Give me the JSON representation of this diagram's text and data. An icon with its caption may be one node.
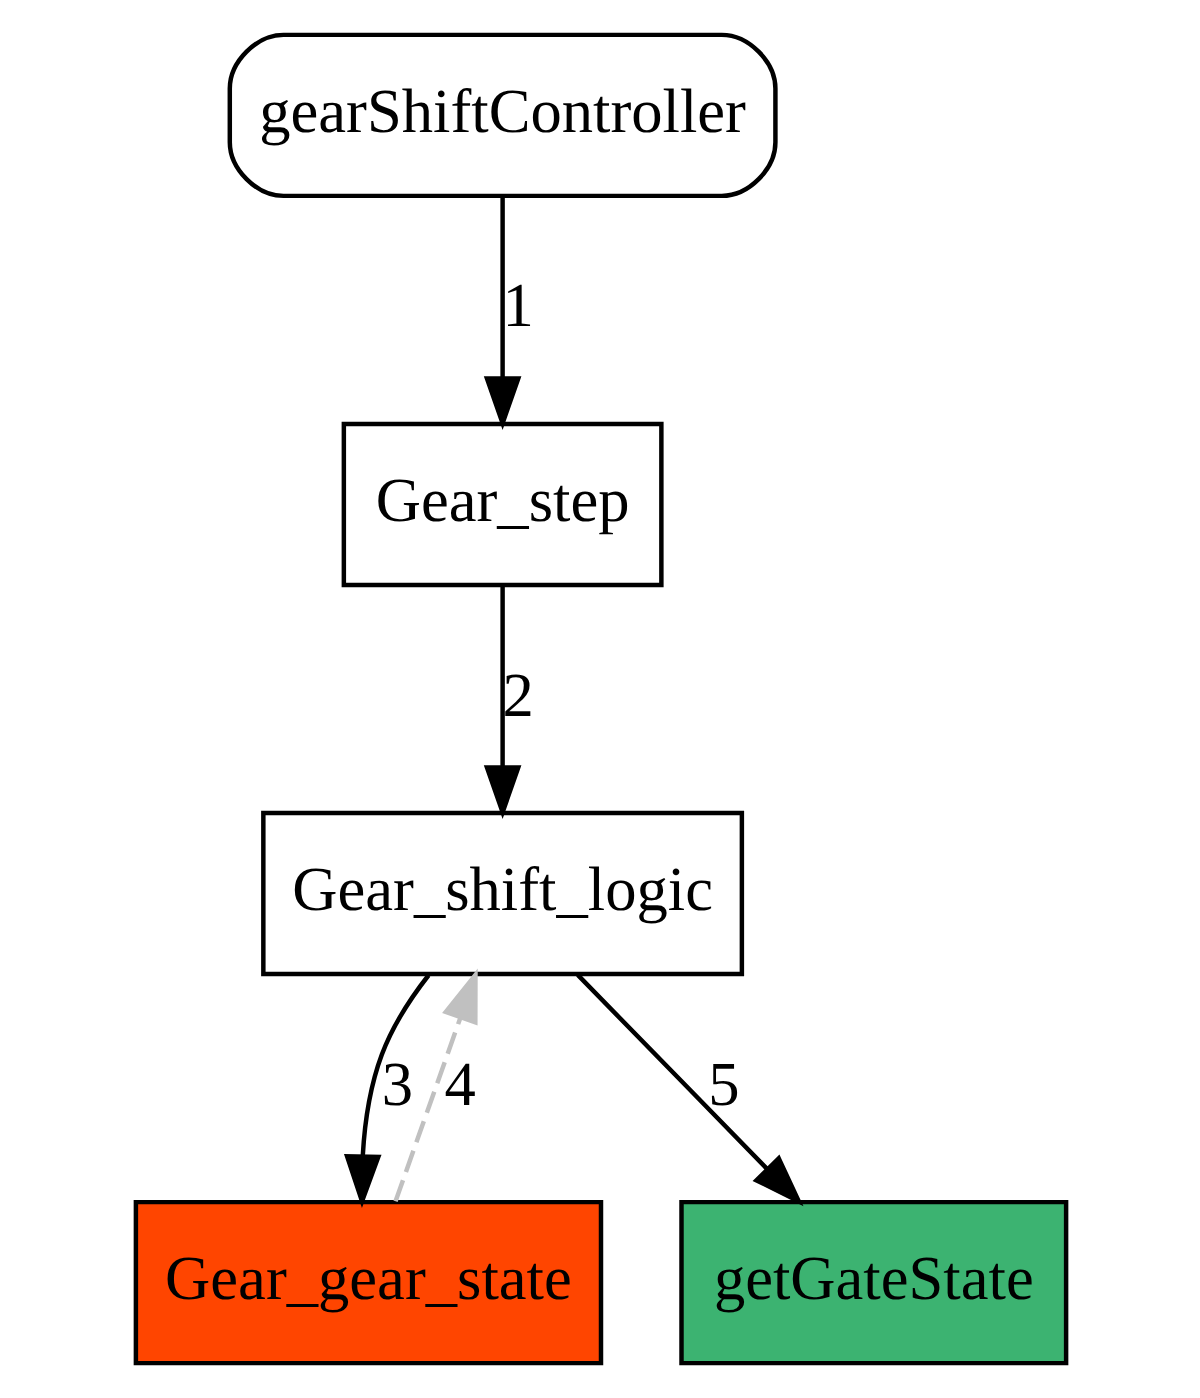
{
  "diagram": {
    "nodes": [
      {
        "text": [
          "gearShiftController"
        ]
      },
      {
        "text": [
          "Gear_step"
        ]
      },
      {
        "text": [
          "Gear_shift_logic"
        ]
      },
      {
        "text": [
          "Gear_gear_state"
        ]
      },
      {
        "text": [
          "getGateState"
        ]
      }
    ],
    "edges": [
      {
        "from": 0,
        "to": 1,
        "arrow": "to",
        "label": "1"
      },
      {
        "from": 1,
        "to": 2,
        "arrow": "to",
        "label": "2"
      },
      {
        "from": 2,
        "to": 3,
        "arrow": "to",
        "label": "3"
      },
      {
        "from": 3,
        "to": 2,
        "arrow": "to",
        "label": "4",
        "style": "dashed",
        "color": "#c0c0c0"
      },
      {
        "from": 2,
        "to": 4,
        "arrow": "to",
        "label": "5"
      }
    ]
  }
}
